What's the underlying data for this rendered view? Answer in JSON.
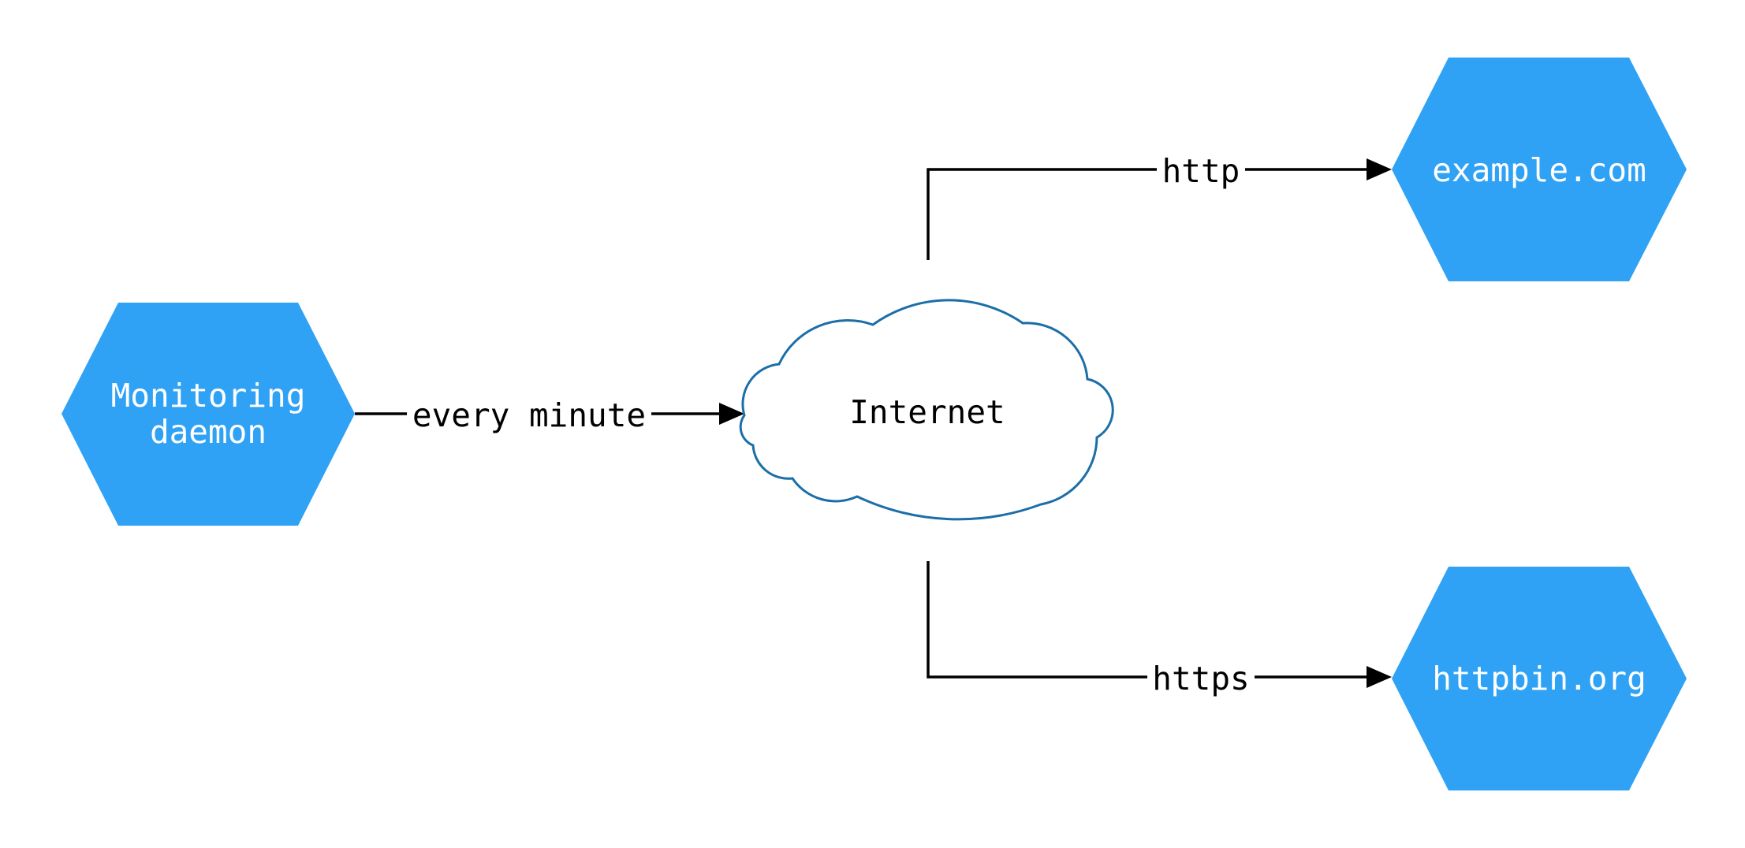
{
  "diagram": {
    "nodes": {
      "monitoring_daemon": {
        "shape": "hexagon",
        "lines": [
          "Monitoring",
          "daemon"
        ]
      },
      "internet": {
        "shape": "cloud",
        "label": "Internet"
      },
      "example_com": {
        "shape": "hexagon",
        "label": "example.com"
      },
      "httpbin_org": {
        "shape": "hexagon",
        "label": "httpbin.org"
      }
    },
    "edges": {
      "monitoring_to_internet": {
        "label": "every minute"
      },
      "internet_to_example": {
        "label": "http"
      },
      "internet_to_httpbin": {
        "label": "https"
      }
    },
    "colors": {
      "hexagon_fill": "#30A2F5",
      "hexagon_text": "#FFFFFF",
      "cloud_stroke": "#1B6EA8",
      "cloud_fill": "#FFFFFF",
      "cloud_text": "#000000",
      "edge_stroke": "#000000",
      "edge_label_text": "#000000",
      "background": "#FFFFFF"
    }
  }
}
